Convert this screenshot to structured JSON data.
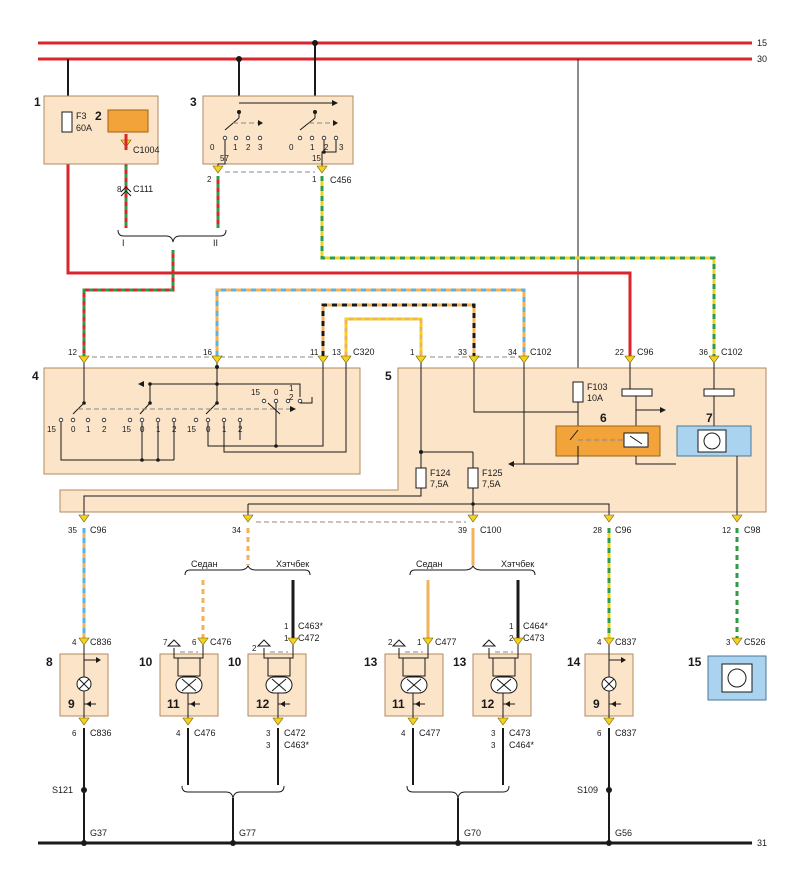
{
  "rails": {
    "r15": "15",
    "r30": "30",
    "r31": "31"
  },
  "components": {
    "c1": {
      "num": "1",
      "fuse": "F3",
      "rating": "60A"
    },
    "c2": {
      "num": "2",
      "conn": "C1004"
    },
    "c3": {
      "num": "3",
      "pos_a": [
        "0",
        "1",
        "2",
        "3"
      ],
      "pos_b": [
        "0",
        "1",
        "2",
        "3"
      ],
      "pin_a": "57",
      "pin_b": "15"
    },
    "c4": {
      "num": "4"
    },
    "c5": {
      "num": "5",
      "fuse_main": "F103",
      "fuse_main_rating": "10A",
      "fuse_a": "F124",
      "fuse_a_rating": "7,5A",
      "fuse_b": "F125",
      "fuse_b_rating": "7,5A"
    },
    "c6": {
      "num": "6"
    },
    "c7": {
      "num": "7"
    },
    "c8": {
      "num": "8"
    },
    "c9a": {
      "num": "9"
    },
    "c9b": {
      "num": "9"
    },
    "c10a": {
      "num": "10"
    },
    "c10b": {
      "num": "10"
    },
    "c11a": {
      "num": "11"
    },
    "c11b": {
      "num": "11"
    },
    "c12a": {
      "num": "12"
    },
    "c12b": {
      "num": "12"
    },
    "c13a": {
      "num": "13"
    },
    "c13b": {
      "num": "13"
    },
    "c14": {
      "num": "14"
    },
    "c15": {
      "num": "15"
    }
  },
  "switch4": {
    "pos": [
      "15",
      "0",
      "1",
      "2",
      "15",
      "0",
      "1",
      "2",
      "15",
      "0",
      "1",
      "2"
    ],
    "top": [
      "15",
      "0",
      "1",
      "2"
    ]
  },
  "pins": {
    "p8": "8",
    "p2": "2",
    "p1": "1",
    "p12": "12",
    "p16": "16",
    "p11": "11",
    "p13": "13",
    "p1b": "1",
    "p33": "33",
    "p34": "34",
    "p22": "22",
    "p36": "36",
    "p35": "35",
    "p34b": "34",
    "p39": "39",
    "p28": "28",
    "p12b": "12",
    "p4a": "4",
    "p6a": "6",
    "p7": "7",
    "p6b": "6",
    "p1c": "1",
    "p2a": "2",
    "p4b": "4",
    "p3a": "3",
    "p3b": "3",
    "p2b": "2",
    "p1d": "1",
    "p1e": "1",
    "p2c": "2",
    "p1f": "1",
    "p4c": "4",
    "p3c": "3",
    "p3d": "3",
    "p4d": "4",
    "p6c": "6",
    "p3e": "3"
  },
  "connectors": {
    "C111": "C111",
    "C456": "C456",
    "C320": "C320",
    "C102a": "C102",
    "C96a": "C96",
    "C102b": "C102",
    "C96b": "C96",
    "C100": "C100",
    "C96c": "C96",
    "C98": "C98",
    "C836a": "C836",
    "C836b": "C836",
    "C476a": "C476",
    "C476b": "C476",
    "C463a": "C463*",
    "C472a": "C472",
    "C472b": "C472",
    "C463b": "C463*",
    "C477a": "C477",
    "C477b": "C477",
    "C464a": "C464*",
    "C473a": "C473",
    "C473b": "C473",
    "C464b": "C464*",
    "C837a": "C837",
    "C837b": "C837",
    "C526": "C526"
  },
  "labels": {
    "roman1": "I",
    "roman2": "II",
    "sedan1": "Седан",
    "hatch1": "Хэтчбек",
    "sedan2": "Седан",
    "hatch2": "Хэтчбек"
  },
  "grounds": {
    "S121": "S121",
    "S109": "S109",
    "G37": "G37",
    "G77": "G77",
    "G70": "G70",
    "G56": "G56"
  },
  "colors": {
    "red": "#d9262c",
    "green": "#2f9a48",
    "yellow": "#f1d21c",
    "blue": "#5ab4e3",
    "orange": "#f2b25c",
    "black": "#1a1a1a",
    "box": "#fbe4c8"
  }
}
